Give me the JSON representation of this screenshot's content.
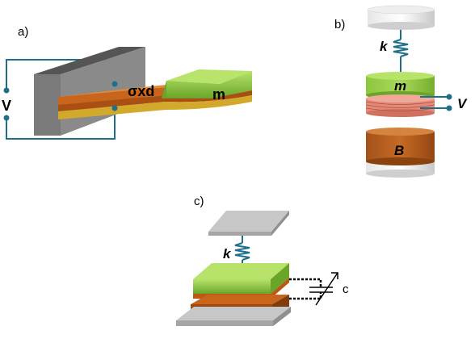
{
  "panel_a": {
    "label": "a)",
    "voltage_label": "V",
    "coefficient_label": "σxd",
    "mass_label": "m"
  },
  "panel_b": {
    "label": "b)",
    "spring_label": "k",
    "mass_label": "m",
    "voltage_label": "V",
    "magnet_label": "B"
  },
  "panel_c": {
    "label": "c)",
    "spring_label": "k",
    "capacitor_label": "c"
  },
  "colors": {
    "wire": "#1f6f8b",
    "mass_green": "#8cc63f",
    "beam_orange": "#c8651a",
    "beam_gold": "#c9a227",
    "clamp_gray": "#7a7a7a",
    "coil_pink": "#e48a7a",
    "plate_gray": "#bdbdbd"
  }
}
